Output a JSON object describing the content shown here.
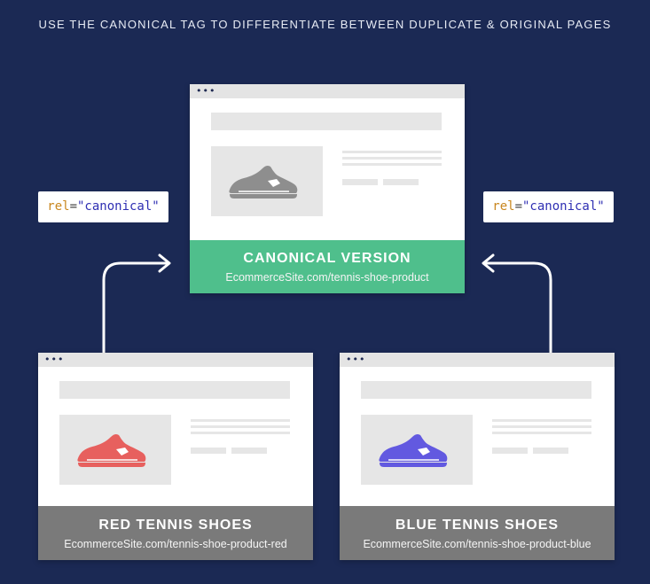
{
  "headline": "USE THE CANONICAL TAG TO DIFFERENTIATE BETWEEN DUPLICATE & ORIGINAL PAGES",
  "colors": {
    "background": "#1b2954",
    "canonical_footer": "#4fbf8c",
    "duplicate_footer": "#7a7a7a",
    "shoe_gray": "#8e8e8e",
    "shoe_red": "#e7605e",
    "shoe_blue": "#6259e0",
    "tag_attr": "#c9871f",
    "tag_value": "#2f2fb3"
  },
  "rel_tags": [
    {
      "attr": "rel",
      "equals": "=",
      "value": "\"canonical\""
    },
    {
      "attr": "rel",
      "equals": "=",
      "value": "\"canonical\""
    }
  ],
  "pages": {
    "canonical": {
      "window_dots": "•••",
      "title": "CANONICAL VERSION",
      "url": "EcommerceSite.com/tennis-shoe-product",
      "shoe_icon": "tennis-shoe-icon"
    },
    "red": {
      "window_dots": "•••",
      "title": "RED TENNIS SHOES",
      "url": "EcommerceSite.com/tennis-shoe-product-red",
      "shoe_icon": "tennis-shoe-icon"
    },
    "blue": {
      "window_dots": "•••",
      "title": "BLUE TENNIS SHOES",
      "url": "EcommerceSite.com/tennis-shoe-product-blue",
      "shoe_icon": "tennis-shoe-icon"
    }
  }
}
